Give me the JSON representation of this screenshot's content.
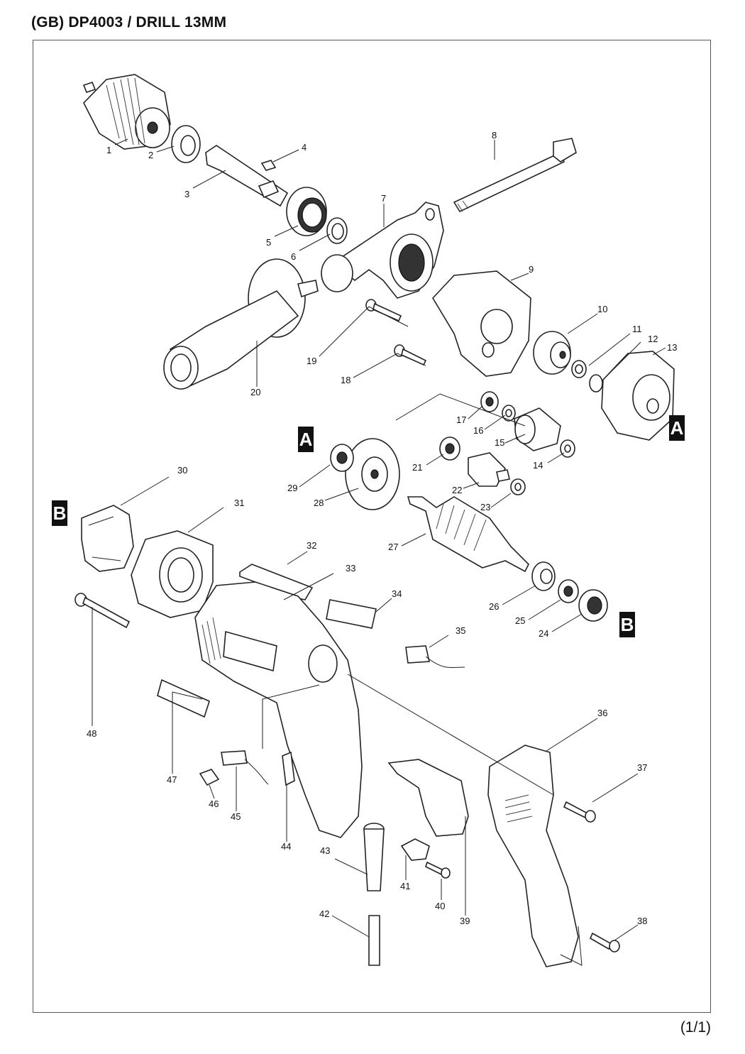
{
  "title": "(GB) DP4003 / DRILL 13MM",
  "page_number": "(1/1)",
  "section_marks": {
    "a": "A",
    "b": "B"
  },
  "part_numbers": [
    "1",
    "2",
    "3",
    "4",
    "5",
    "6",
    "7",
    "8",
    "9",
    "10",
    "11",
    "12",
    "13",
    "14",
    "15",
    "16",
    "17",
    "18",
    "19",
    "20",
    "21",
    "22",
    "23",
    "24",
    "25",
    "26",
    "27",
    "28",
    "29",
    "30",
    "31",
    "32",
    "33",
    "34",
    "35",
    "36",
    "37",
    "38",
    "39",
    "40",
    "41",
    "42",
    "43",
    "44",
    "45",
    "46",
    "47",
    "48"
  ]
}
